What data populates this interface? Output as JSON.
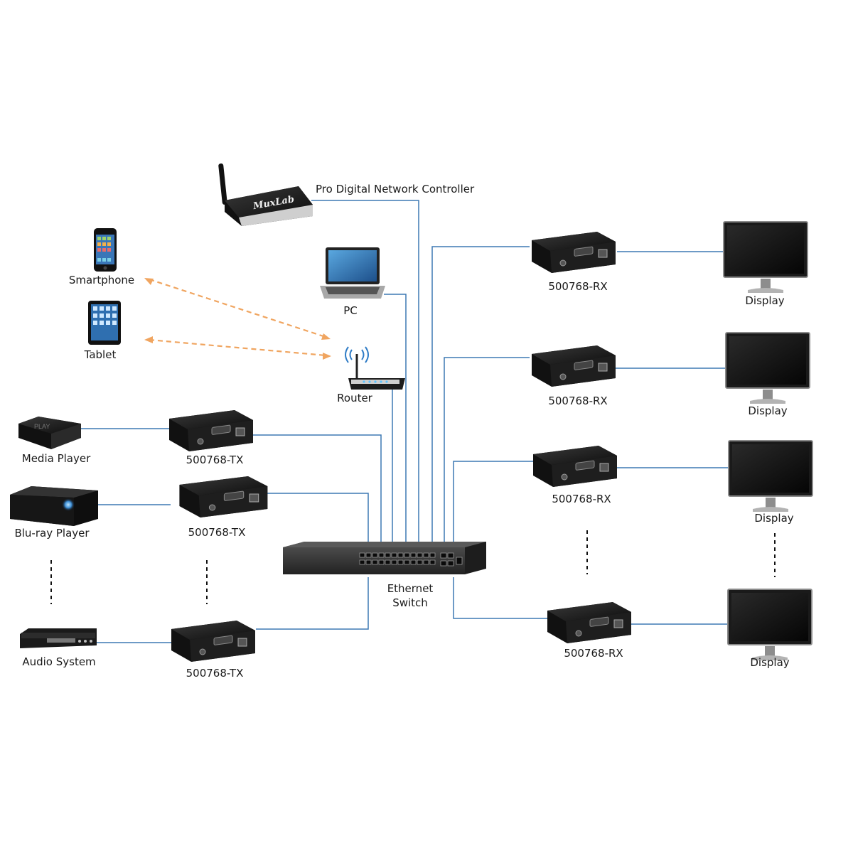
{
  "labels": {
    "controller": "Pro Digital Network Controller",
    "pc": "PC",
    "router": "Router",
    "smartphone": "Smartphone",
    "tablet": "Tablet",
    "media_player": "Media Player",
    "bluray_player": "Blu-ray Player",
    "audio_system": "Audio System",
    "switch_line1": "Ethernet",
    "switch_line2": "Switch",
    "tx": [
      "500768-TX",
      "500768-TX",
      "500768-TX"
    ],
    "rx": [
      "500768-RX",
      "500768-RX",
      "500768-RX",
      "500768-RX"
    ],
    "displays": [
      "Display",
      "Display",
      "Display",
      "Display"
    ]
  },
  "device_text": {
    "brand": "MuxLab",
    "player_brand": "PLAY"
  },
  "colors": {
    "cable": "#3d78b4",
    "wireless": "#f0a560",
    "device": "#1b1b1b",
    "switch_body": "#333333"
  }
}
